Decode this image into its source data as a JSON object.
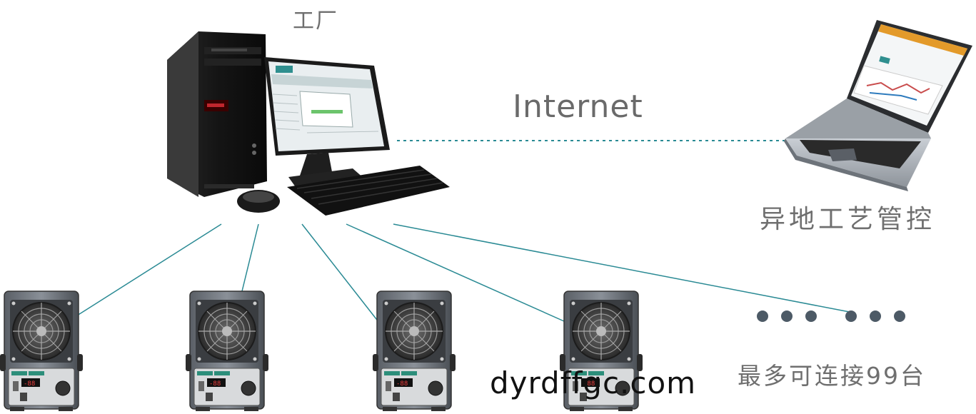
{
  "labels": {
    "factory": "工厂",
    "internet": "Internet",
    "remote_control": "异地工艺管控",
    "max_units": "最多可连接99台",
    "watermark": "dyrdffgc.com"
  },
  "colors": {
    "link_line": "#2a8a94",
    "dots": "#4d5a66",
    "label_text": "#6f6f6f"
  },
  "icons": [
    "desktop-computer-icon",
    "laptop-icon",
    "ionizer-fan-icon"
  ]
}
